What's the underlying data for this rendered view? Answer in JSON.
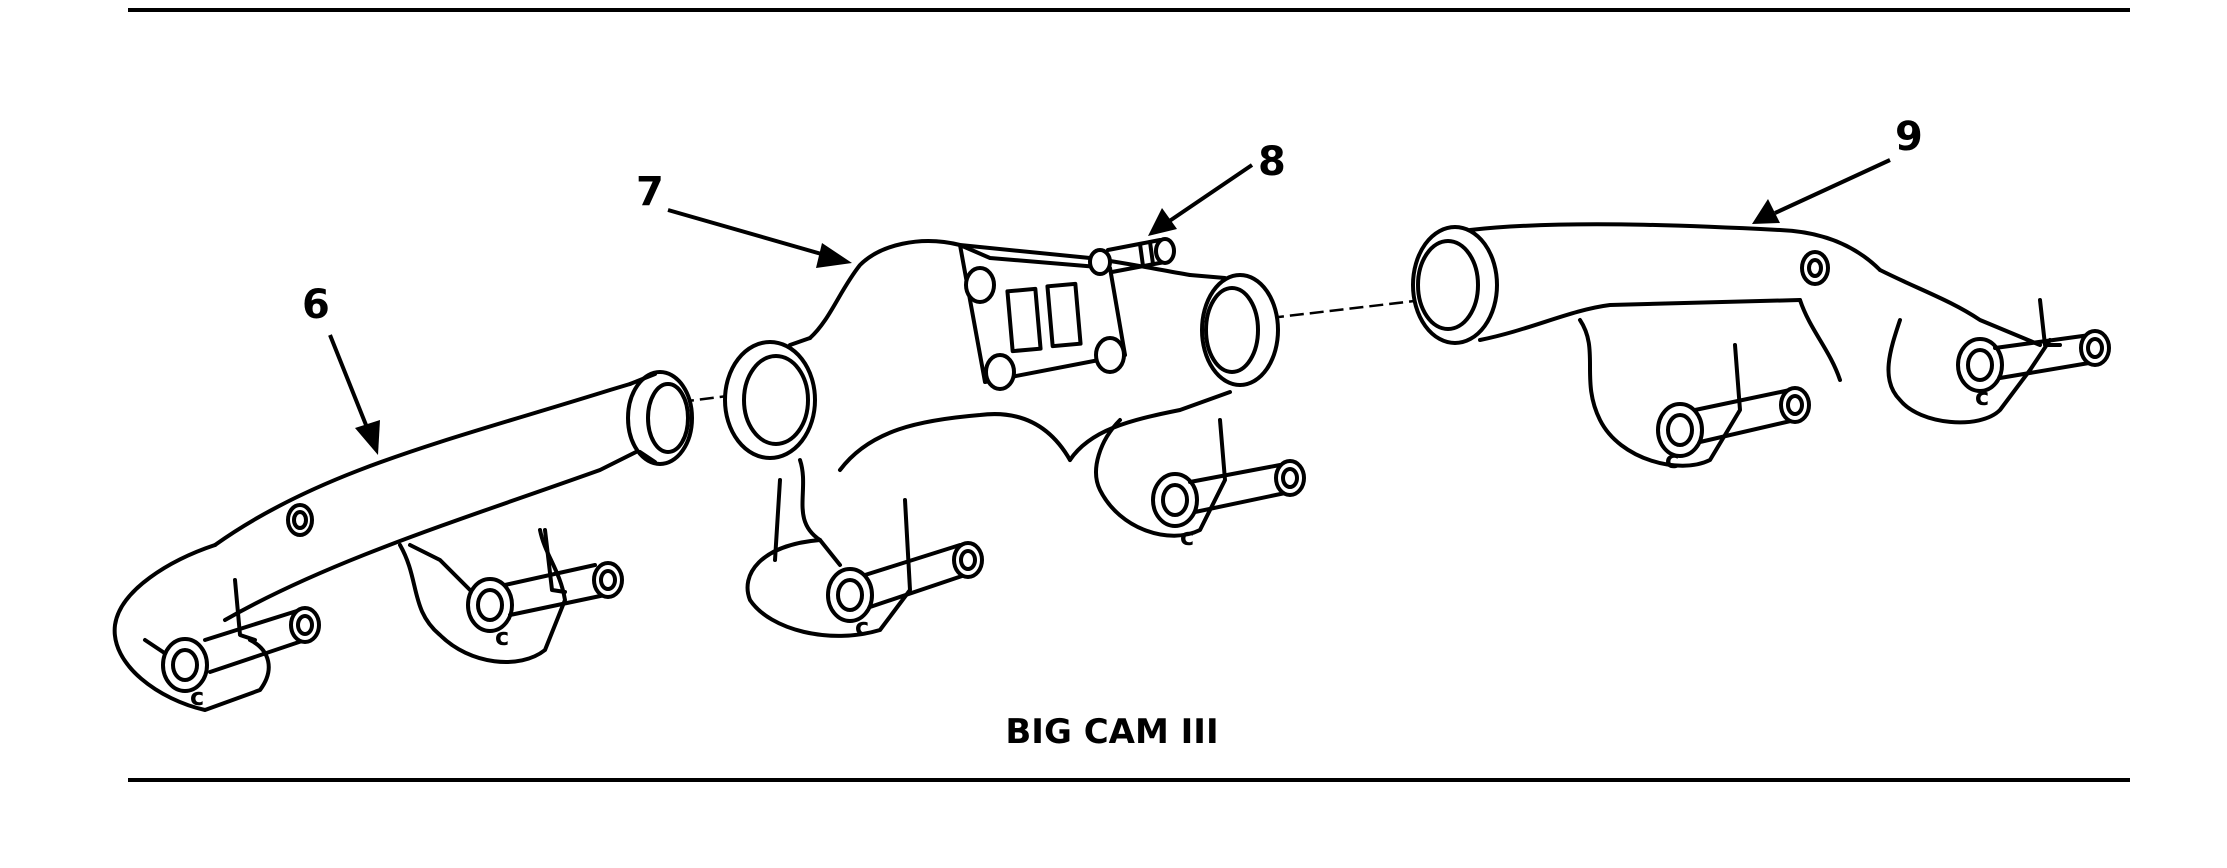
{
  "diagram": {
    "caption": "BIG CAM III",
    "callouts": [
      {
        "id": "6",
        "label": "6"
      },
      {
        "id": "7",
        "label": "7"
      },
      {
        "id": "8",
        "label": "8"
      },
      {
        "id": "9",
        "label": "9"
      }
    ],
    "casting_marks": [
      "c",
      "c",
      "c",
      "c",
      "c",
      "c"
    ]
  }
}
